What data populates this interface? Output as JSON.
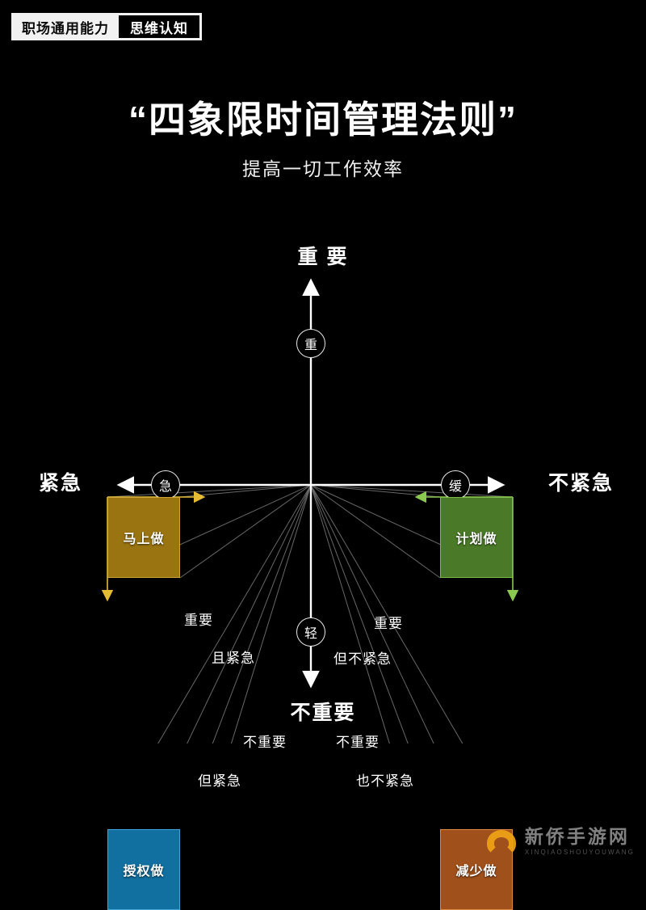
{
  "header": {
    "tag_primary": "职场通用能力",
    "tag_secondary": "思维认知"
  },
  "title": {
    "main": "“四象限时间管理法则”",
    "sub": "提高一切工作效率"
  },
  "axes": {
    "top_label": "重 要",
    "bottom_label": "不重要",
    "left_label": "紧急",
    "right_label": "不紧急",
    "node_up": "重",
    "node_down": "轻",
    "node_left": "急",
    "node_right": "缓"
  },
  "quadrants": [
    {
      "id": "q1",
      "position": "top-left",
      "action": "马上做",
      "desc_line1": "重要",
      "desc_line2": "且紧急",
      "fill": "#9a7410",
      "stroke": "#d2a632"
    },
    {
      "id": "q2",
      "position": "top-right",
      "action": "计划做",
      "desc_line1": "重要",
      "desc_line2": "但不紧急",
      "fill": "#4a7a28",
      "stroke": "#7fbd4a"
    },
    {
      "id": "q3",
      "position": "bottom-left",
      "action": "授权做",
      "desc_line1": "不重要",
      "desc_line2": "但紧急",
      "fill": "#1170a0",
      "stroke": "#3ea6d8"
    },
    {
      "id": "q4",
      "position": "bottom-right",
      "action": "减少做",
      "desc_line1": "不重要",
      "desc_line2": "也不紧急",
      "fill": "#a0501a",
      "stroke": "#dd8a3e"
    }
  ],
  "watermark": {
    "name": "新侨手游网",
    "pinyin": "XINQIAOSHOUYOUWANG",
    "logo_color": "#f0a316"
  },
  "theme": {
    "background": "#000000",
    "foreground": "#ffffff",
    "connector": "#8a8a8a"
  }
}
